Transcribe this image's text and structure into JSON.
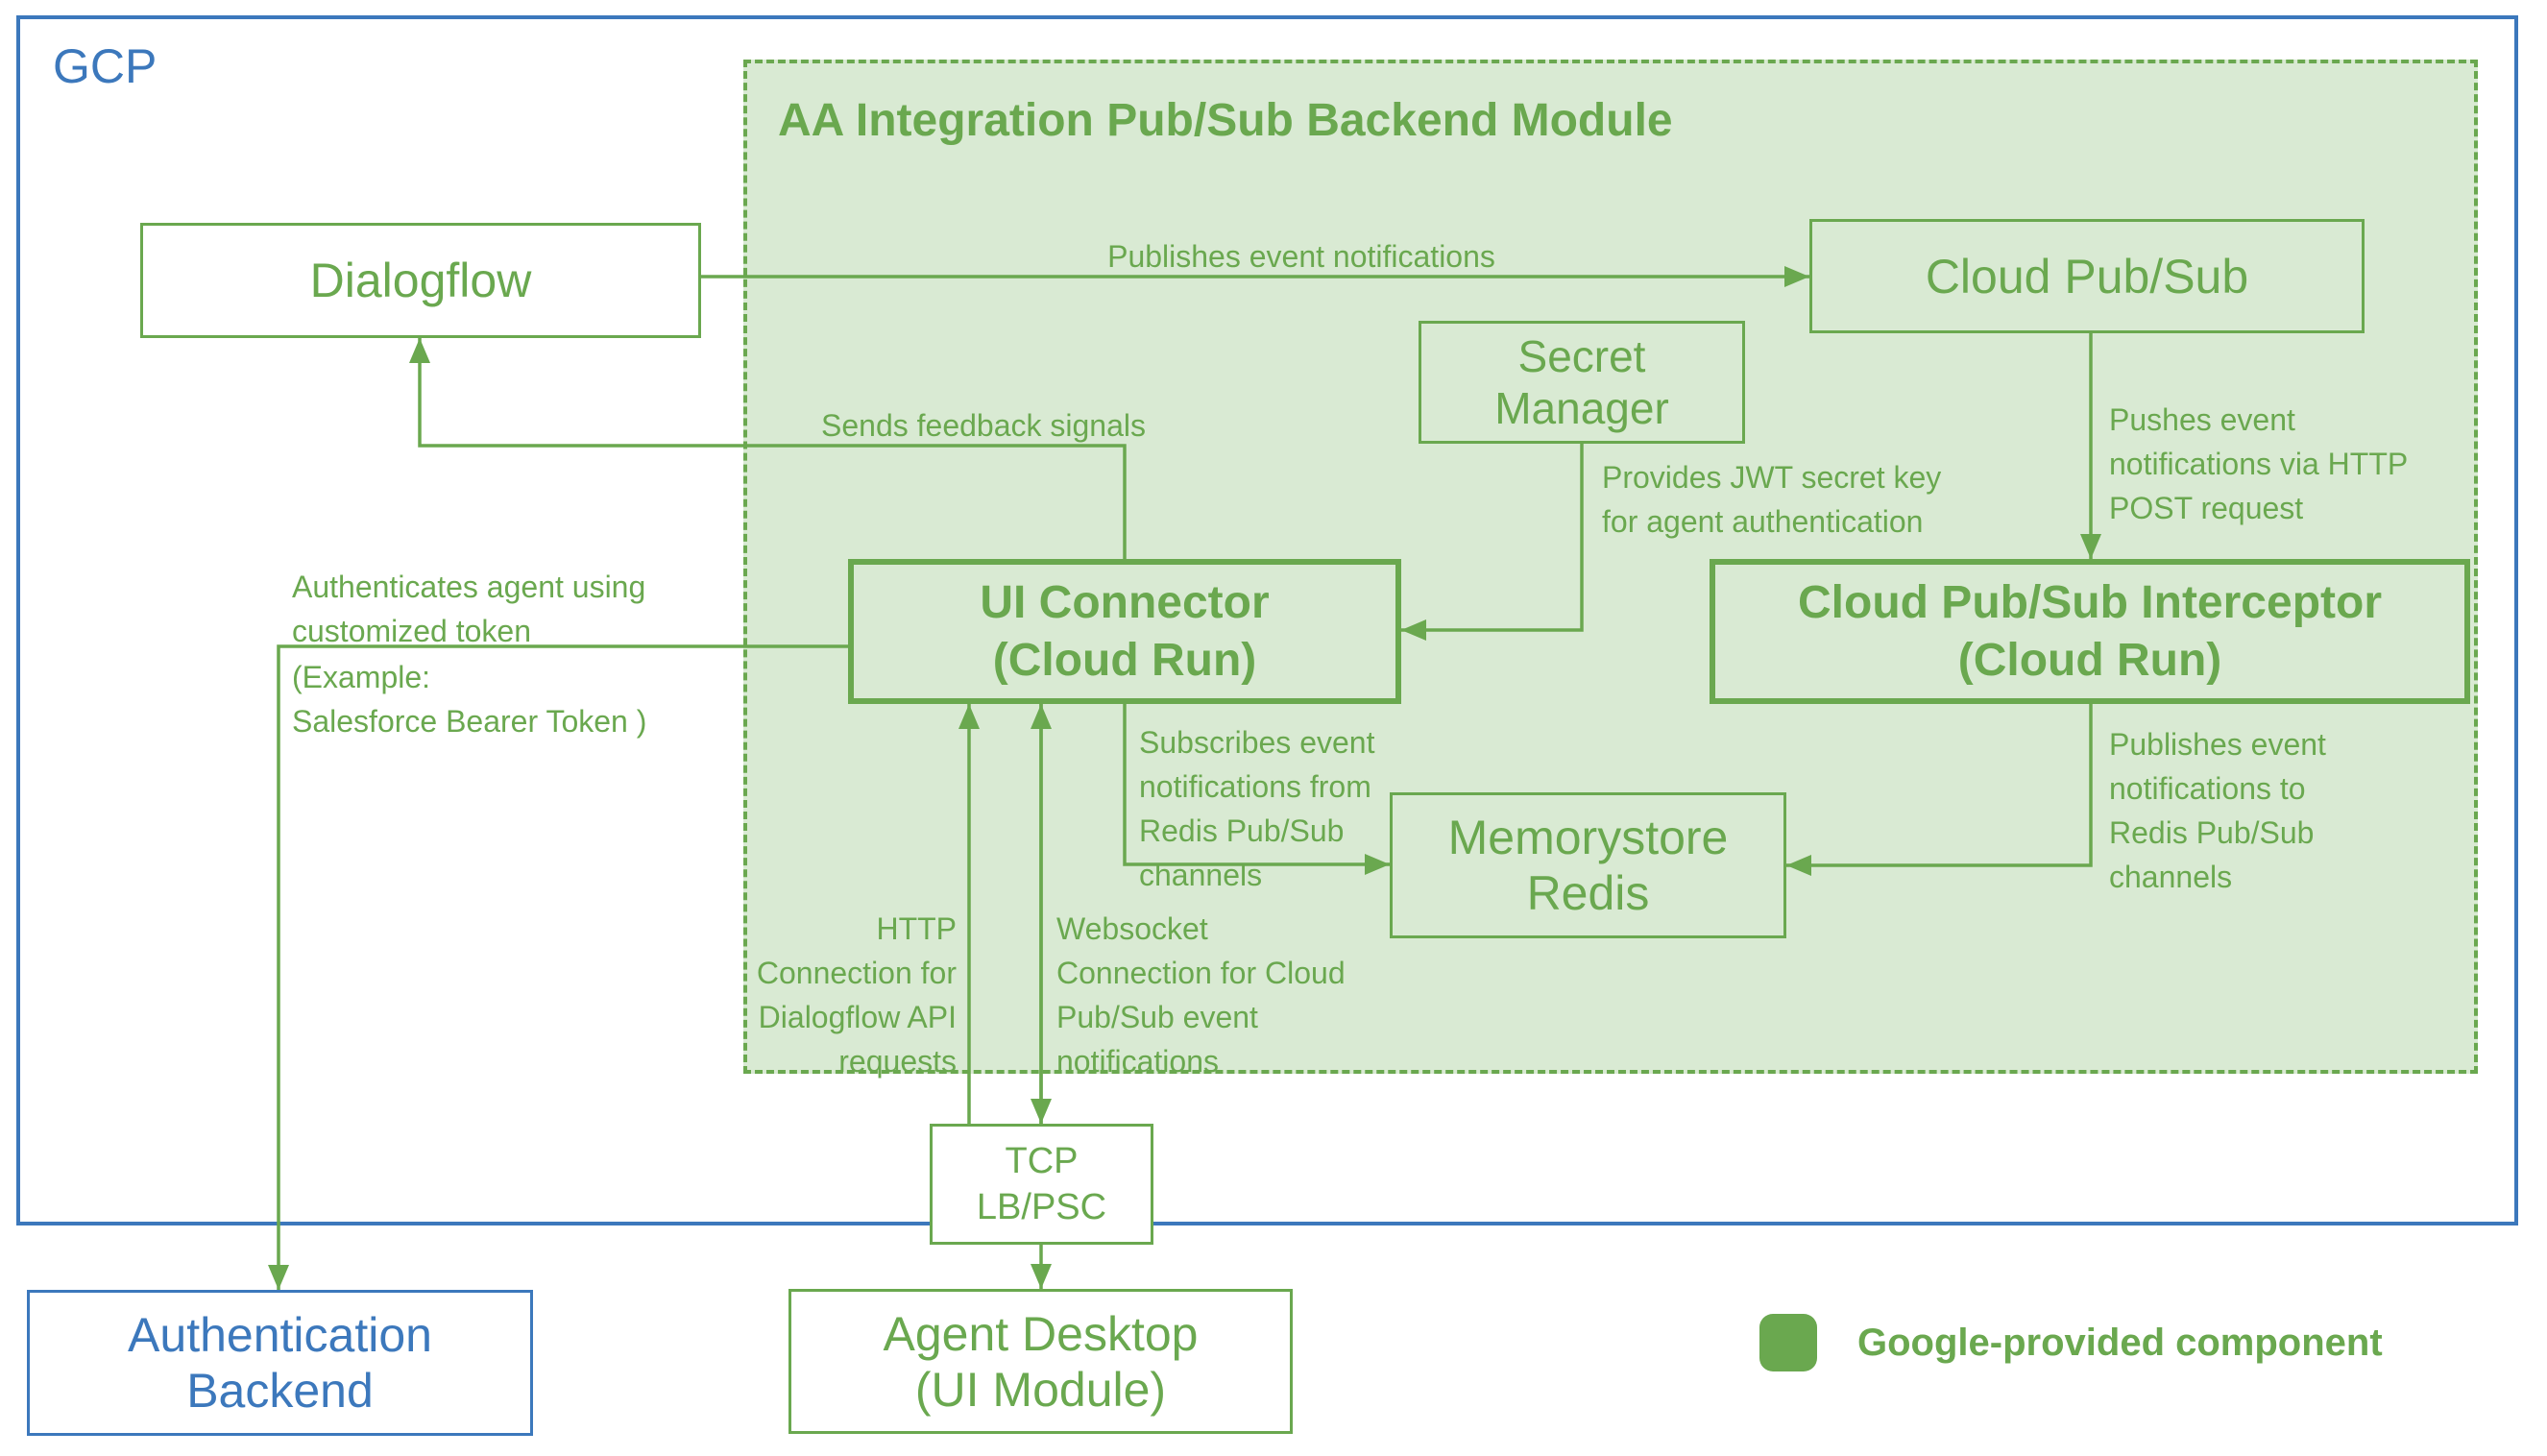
{
  "colors": {
    "green": "#6aa84f",
    "green_fill": "#d9ead3",
    "blue": "#3c78bc",
    "white": "#ffffff"
  },
  "outer": {
    "label": "GCP"
  },
  "module": {
    "title": "AA Integration Pub/Sub Backend Module"
  },
  "nodes": {
    "dialogflow": {
      "label": "Dialogflow"
    },
    "cloud_pubsub": {
      "label": "Cloud Pub/Sub"
    },
    "secret_manager": {
      "label": "Secret\nManager"
    },
    "ui_connector": {
      "label": "UI Connector\n(Cloud Run)"
    },
    "interceptor": {
      "label": "Cloud Pub/Sub Interceptor\n(Cloud Run)"
    },
    "memorystore": {
      "label": "Memorystore\nRedis"
    },
    "tcp_lb": {
      "label": "TCP\nLB/PSC"
    },
    "agent_desktop": {
      "label": "Agent Desktop\n(UI Module)"
    },
    "auth_backend": {
      "label": "Authentication\nBackend"
    }
  },
  "edge_labels": {
    "publishes_event": "Publishes event notifications",
    "pushes_event": "Pushes event\nnotifications via HTTP\nPOST request",
    "sends_feedback": "Sends feedback signals",
    "provides_jwt": "Provides JWT secret key\nfor agent authentication",
    "authenticates_1": "Authenticates agent using\ncustomized token",
    "authenticates_2": "(Example:\nSalesforce Bearer Token )",
    "subscribes": "Subscribes event\nnotifications from\nRedis Pub/Sub\nchannels",
    "publishes_redis": "Publishes event\nnotifications to\nRedis Pub/Sub\nchannels",
    "http_conn": "HTTP\nConnection for\nDialogflow API\nrequests",
    "websocket_conn": "Websocket\nConnection for Cloud\nPub/Sub event\nnotifications"
  },
  "legend": {
    "label": "Google-provided component"
  }
}
